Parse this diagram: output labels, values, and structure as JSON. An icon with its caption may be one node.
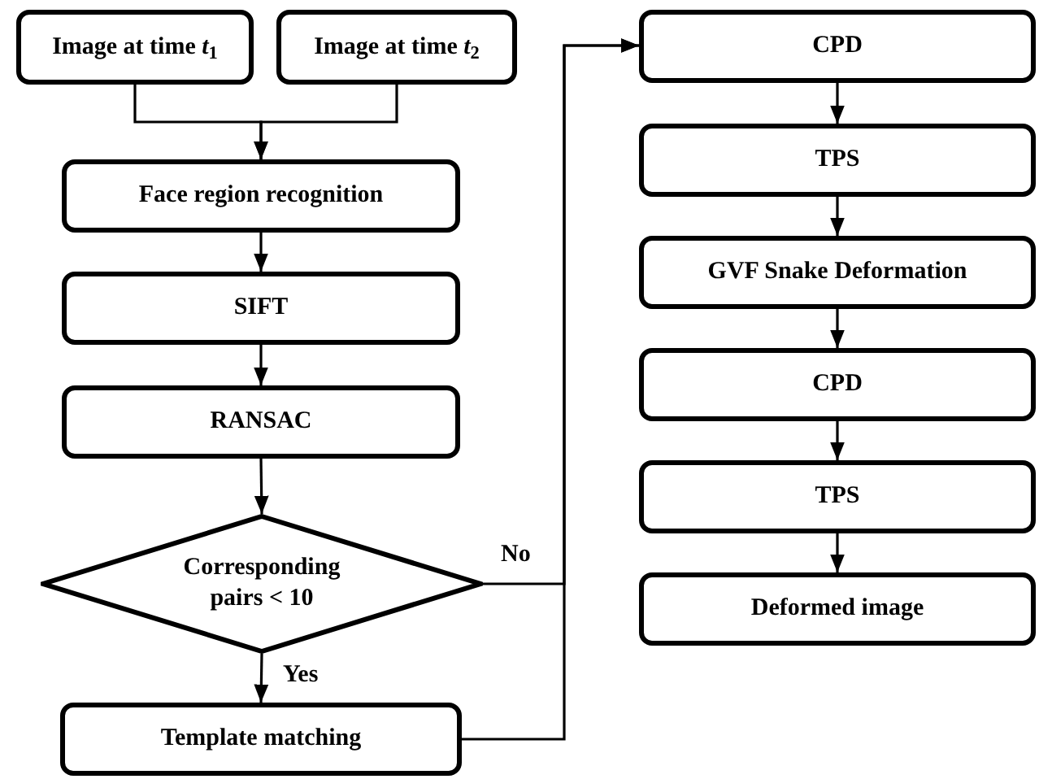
{
  "diagram": {
    "nodes": [
      {
        "text": [
          "Image at time *t*$_{1}$"
        ]
      },
      {
        "text": [
          "Image at time *t*$_{2}$"
        ]
      },
      {
        "text": [
          "Face region recognition"
        ]
      },
      {
        "text": [
          "SIFT"
        ]
      },
      {
        "text": [
          "RANSAC"
        ]
      },
      {
        "text": [
          "Corresponding pairs < 10"
        ]
      },
      {
        "text": [
          "Template matching"
        ]
      },
      {
        "text": [
          "CPD"
        ]
      },
      {
        "text": [
          "TPS"
        ]
      },
      {
        "text": [
          "GVF Snake Deformation"
        ]
      },
      {
        "text": [
          "CPD"
        ]
      },
      {
        "text": [
          "TPS"
        ]
      },
      {
        "text": [
          "Deformed image"
        ]
      }
    ],
    "edges": [
      {
        "from": 0,
        "to": 2,
        "arrow": "to"
      },
      {
        "from": 1,
        "to": 2,
        "arrow": "to"
      },
      {
        "from": 2,
        "to": 3,
        "arrow": "to"
      },
      {
        "from": 3,
        "to": 4,
        "arrow": "to"
      },
      {
        "from": 4,
        "to": 5,
        "arrow": "to"
      },
      {
        "from": 5,
        "to": 6,
        "arrow": "to",
        "label": "Yes"
      },
      {
        "from": 5,
        "to": 7,
        "arrow": "to",
        "label": "No"
      },
      {
        "from": 6,
        "to": 7,
        "arrow": "to"
      },
      {
        "from": 7,
        "to": 8,
        "arrow": "to"
      },
      {
        "from": 8,
        "to": 9,
        "arrow": "to"
      },
      {
        "from": 9,
        "to": 10,
        "arrow": "to"
      },
      {
        "from": 10,
        "to": 11,
        "arrow": "to"
      },
      {
        "from": 11,
        "to": 12,
        "arrow": "to"
      }
    ]
  }
}
